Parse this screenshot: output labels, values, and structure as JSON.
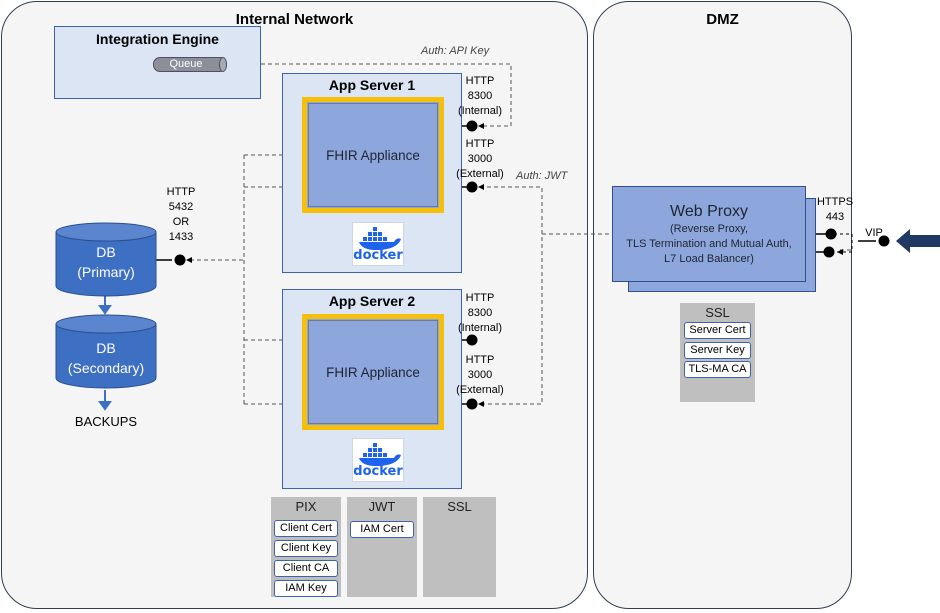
{
  "zones": {
    "internal": "Internal Network",
    "dmz": "DMZ"
  },
  "integration": {
    "title": "Integration Engine",
    "queue": "Queue",
    "auth": "Auth: API Key"
  },
  "app1": {
    "title": "App Server 1",
    "fhir": "FHIR Appliance",
    "docker": "docker",
    "port_internal": [
      "HTTP",
      "8300",
      "(Internal)"
    ],
    "port_external": [
      "HTTP",
      "3000",
      "(External)"
    ]
  },
  "app2": {
    "title": "App Server 2",
    "fhir": "FHIR Appliance",
    "docker": "docker",
    "port_internal": [
      "HTTP",
      "8300",
      "(Internal)"
    ],
    "port_external": [
      "HTTP",
      "3000",
      "(External)"
    ]
  },
  "auth_jwt": "Auth: JWT",
  "db_port": [
    "HTTP",
    "5432",
    "OR",
    "1433"
  ],
  "db_primary": [
    "DB",
    "(Primary)"
  ],
  "db_secondary": [
    "DB",
    "(Secondary)"
  ],
  "backups": "BACKUPS",
  "panels": {
    "pix": {
      "title": "PIX",
      "items": [
        "Client Cert",
        "Client Key",
        "Client CA",
        "IAM Key"
      ]
    },
    "jwt": {
      "title": "JWT",
      "items": [
        "IAM Cert"
      ]
    },
    "ssl": {
      "title": "SSL",
      "items": []
    }
  },
  "proxy": {
    "title": "Web Proxy",
    "lines": [
      "(Reverse Proxy,",
      "TLS Termination and Mutual Auth,",
      "L7 Load Balancer)"
    ],
    "port": [
      "HTTPS",
      "443"
    ],
    "vip": "VIP"
  },
  "dmz_ssl": {
    "title": "SSL",
    "items": [
      "Server Cert",
      "Server Key",
      "TLS-MA CA"
    ]
  },
  "colors": {
    "zone_border": "#2f3f57",
    "server_fill": "#dce5f3",
    "fhir_fill": "#8da7dc",
    "fhir_border": "#f6c00a",
    "db_fill": "#3d6fc2",
    "arrow": "#1f3864"
  }
}
